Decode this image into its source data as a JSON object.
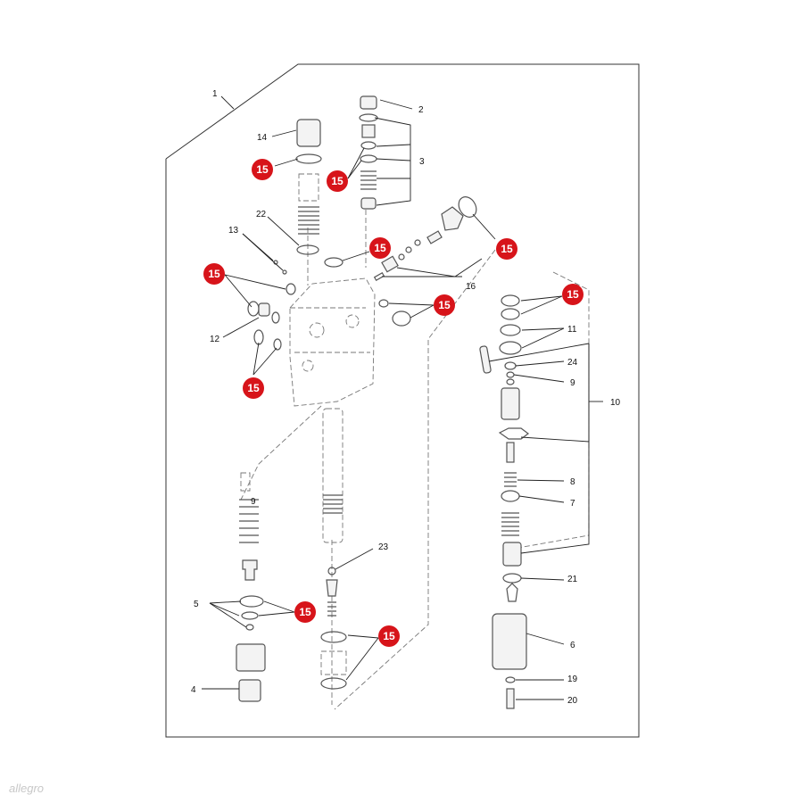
{
  "callouts": {
    "c1": "1",
    "c2": "2",
    "c3": "3",
    "c4": "4",
    "c5": "5",
    "c6": "6",
    "c7": "7",
    "c8": "8",
    "c9a": "9",
    "c9b": "9",
    "c10": "10",
    "c11": "11",
    "c12": "12",
    "c13": "13",
    "c14": "14",
    "c16": "16",
    "c19": "19",
    "c20": "20",
    "c21": "21",
    "c22": "22",
    "c23": "23",
    "c24": "24"
  },
  "highlight": {
    "label": "15",
    "color": "#d7141a"
  },
  "watermark": "allegro"
}
